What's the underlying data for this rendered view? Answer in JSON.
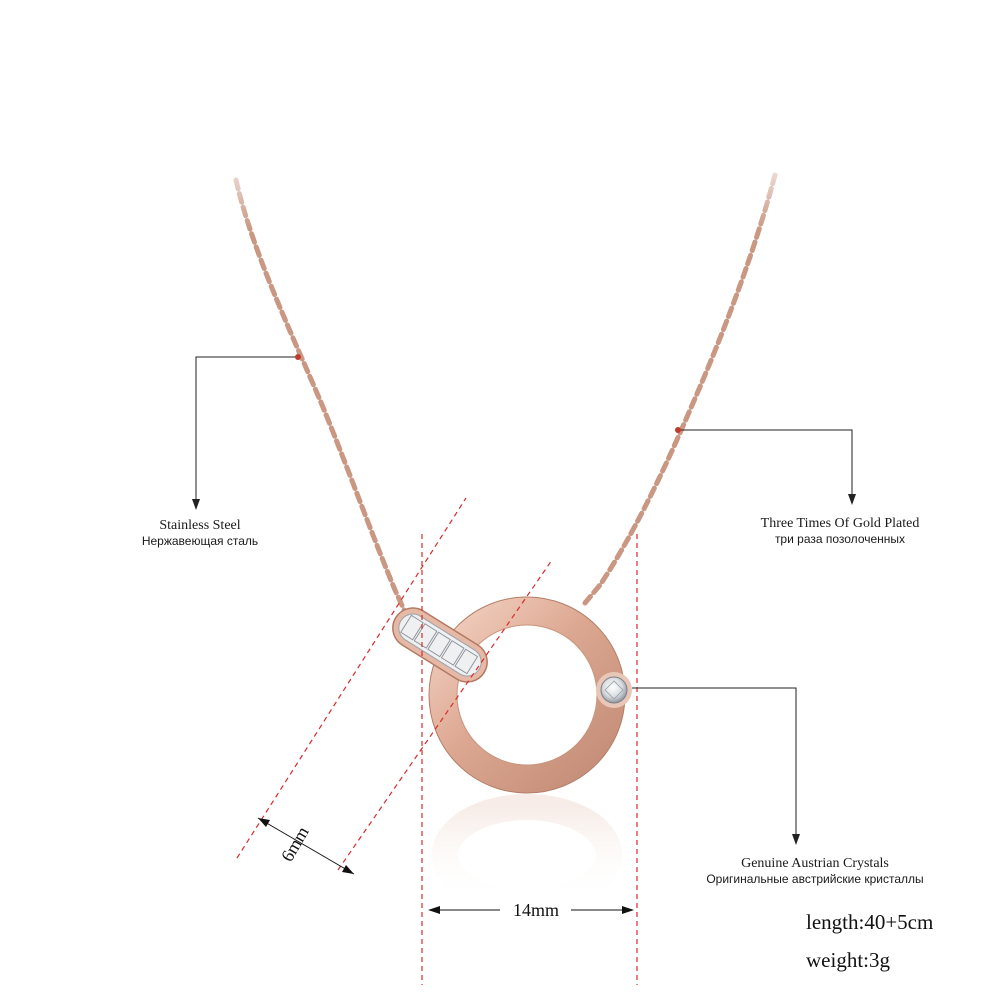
{
  "labels": {
    "material_en": "Stainless Steel",
    "material_ru": "Нержавеющая сталь",
    "plating_en": "Three Times Of Gold Plated",
    "plating_ru": "три раза позолоченных",
    "crystal_en": "Genuine Austrian Crystals",
    "crystal_ru": "Оригинальные австрийские кристаллы"
  },
  "dimensions": {
    "small_ring": "6mm",
    "large_ring": "14mm"
  },
  "specs": {
    "length": "length:40+5cm",
    "weight": "weight:3g"
  },
  "colors": {
    "rose_gold": "#d9a893",
    "rose_gold_dark": "#b37a63",
    "guide_red": "#d92b2b",
    "callout_line": "#222222"
  }
}
